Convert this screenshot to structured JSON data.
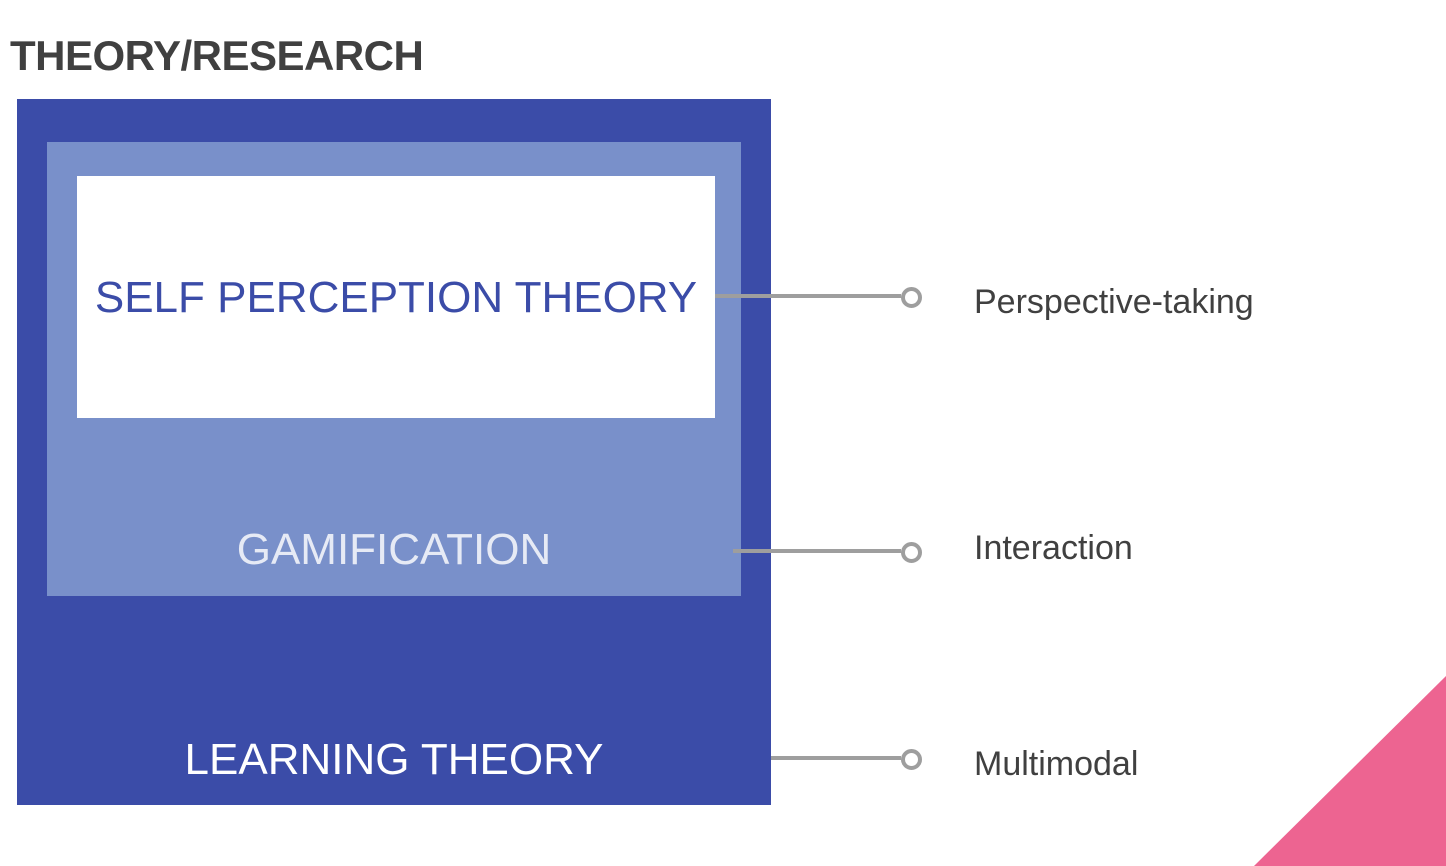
{
  "title": "THEORY/RESEARCH",
  "layers": {
    "inner": "SELF PERCEPTION THEORY",
    "middle": "GAMIFICATION",
    "outer": "LEARNING THEORY"
  },
  "connectors": [
    {
      "label": "Perspective-taking"
    },
    {
      "label": "Interaction"
    },
    {
      "label": "Multimodal"
    }
  ],
  "colors": {
    "outer_box": "#3b4ca8",
    "middle_box": "#7990ca",
    "inner_box": "#ffffff",
    "connector": "#9e9e9e",
    "accent_triangle": "#ed6491",
    "title_text": "#404040"
  }
}
